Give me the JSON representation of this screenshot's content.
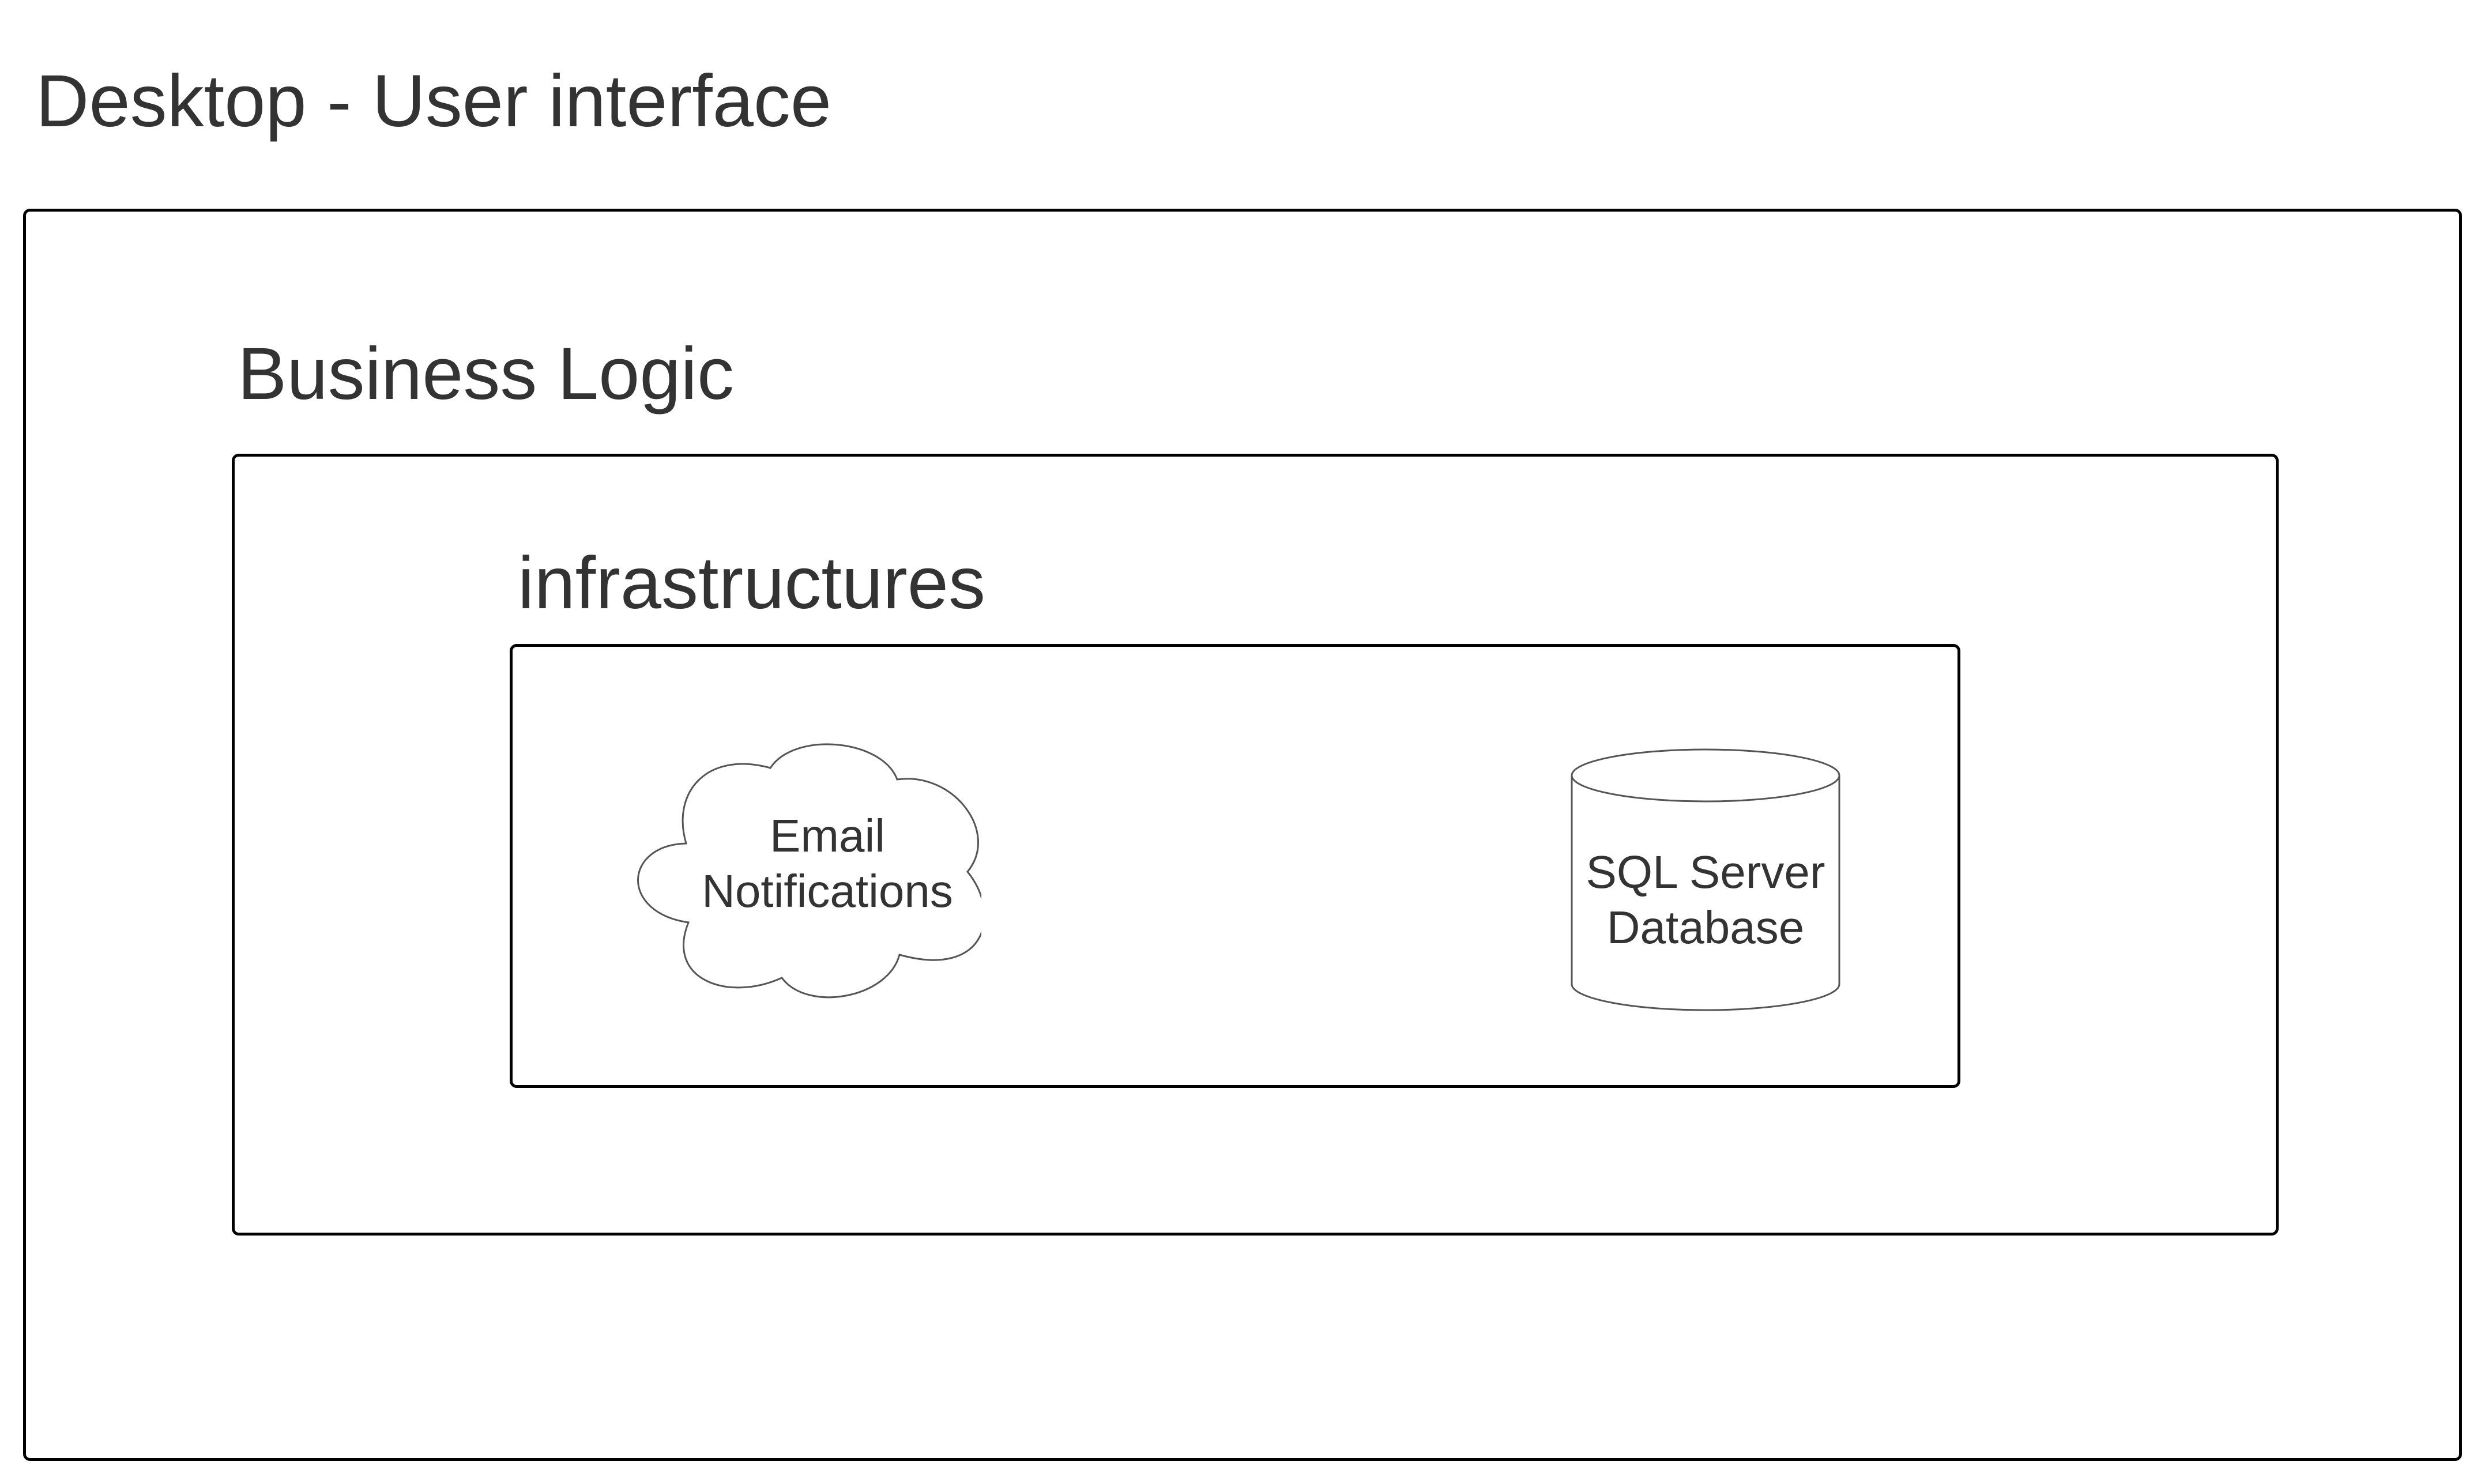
{
  "layers": {
    "outer": {
      "title": "Desktop - User interface"
    },
    "middle": {
      "title": "Business Logic"
    },
    "inner": {
      "title": "infrastructures"
    }
  },
  "components": {
    "email": {
      "shape": "cloud",
      "line1": "Email",
      "line2": "Notifications"
    },
    "database": {
      "shape": "cylinder",
      "line1": "SQL Server",
      "line2": "Database"
    }
  },
  "colors": {
    "text": "#333333",
    "frame_border": "#000000",
    "shape_stroke": "#555555",
    "background": "#ffffff"
  }
}
